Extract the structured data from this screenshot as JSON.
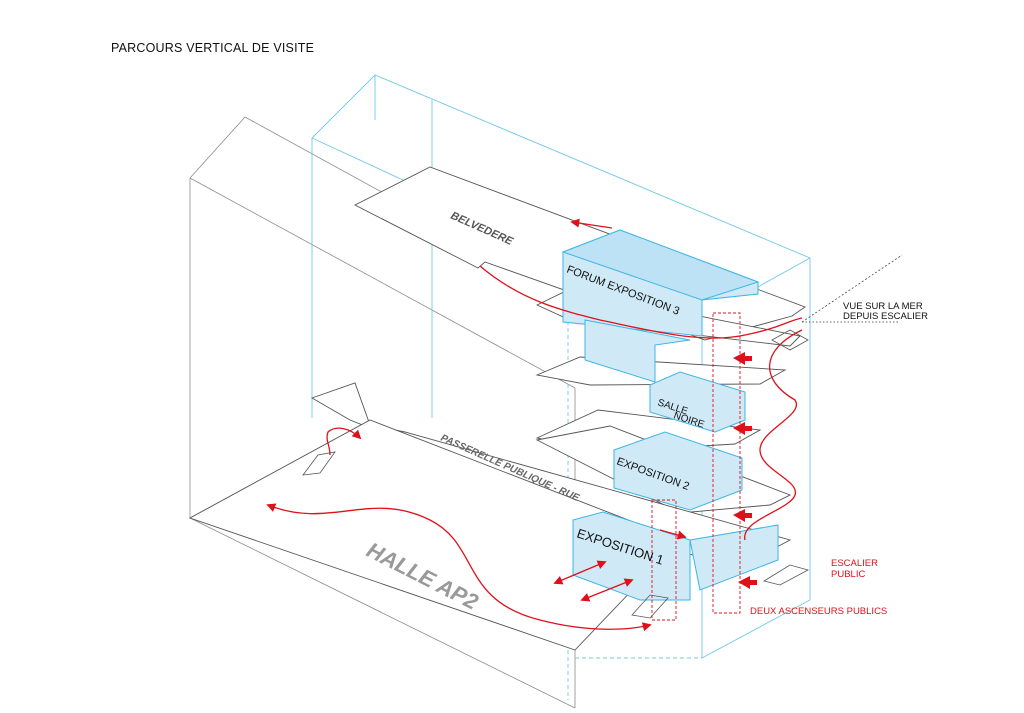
{
  "title": "PARCOURS VERTICAL DE VISITE",
  "labels": {
    "belvedere": "BELVEDERE",
    "forum": "FORUM EXPOSITION 3",
    "salle_line1": "SALLE",
    "salle_line2": "NOIRE",
    "expo2": "EXPOSITION 2",
    "expo1": "EXPOSITION 1",
    "passerelle": "PASSERELLE PUBLIQUE - RUE",
    "halle": "HALLE AP2",
    "vue_line1": "VUE SUR LA MER",
    "vue_line2": "DEPUIS ESCALIER",
    "escalier_line1": "ESCALIER",
    "escalier_line2": "PUBLIC",
    "ascenseurs": "DEUX ASCENSEURS PUBLICS"
  },
  "colors": {
    "volume_fill": "#cfe9f7",
    "volume_stroke": "#3fb6e3",
    "circulation": "#e0101a",
    "outline": "#8c8c8c"
  }
}
